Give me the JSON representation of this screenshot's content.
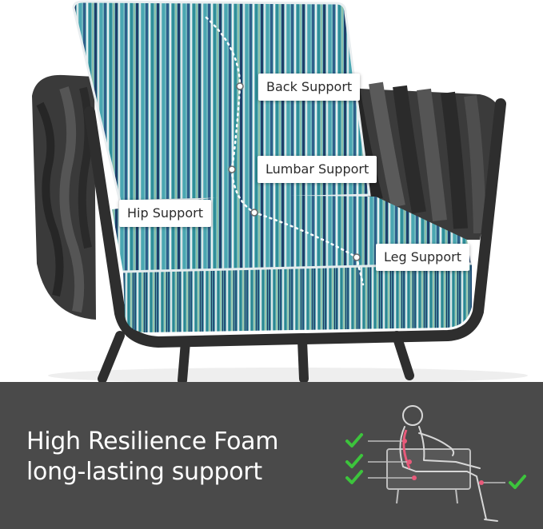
{
  "callouts": {
    "back": "Back Support",
    "lumbar": "Lumbar Support",
    "hip": "Hip Support",
    "leg": "Leg Support"
  },
  "banner": {
    "line1": "High Resilience Foam",
    "line2": "long-lasting support"
  },
  "icons": {
    "check": "check-icon",
    "diagram": "seated-person-on-chair-icon"
  },
  "colors": {
    "banner_bg": "#4a4a4a",
    "check_green": "#3cc43c",
    "frame": "#2e2e2e",
    "cushion_teal": "#3f9aa6"
  }
}
